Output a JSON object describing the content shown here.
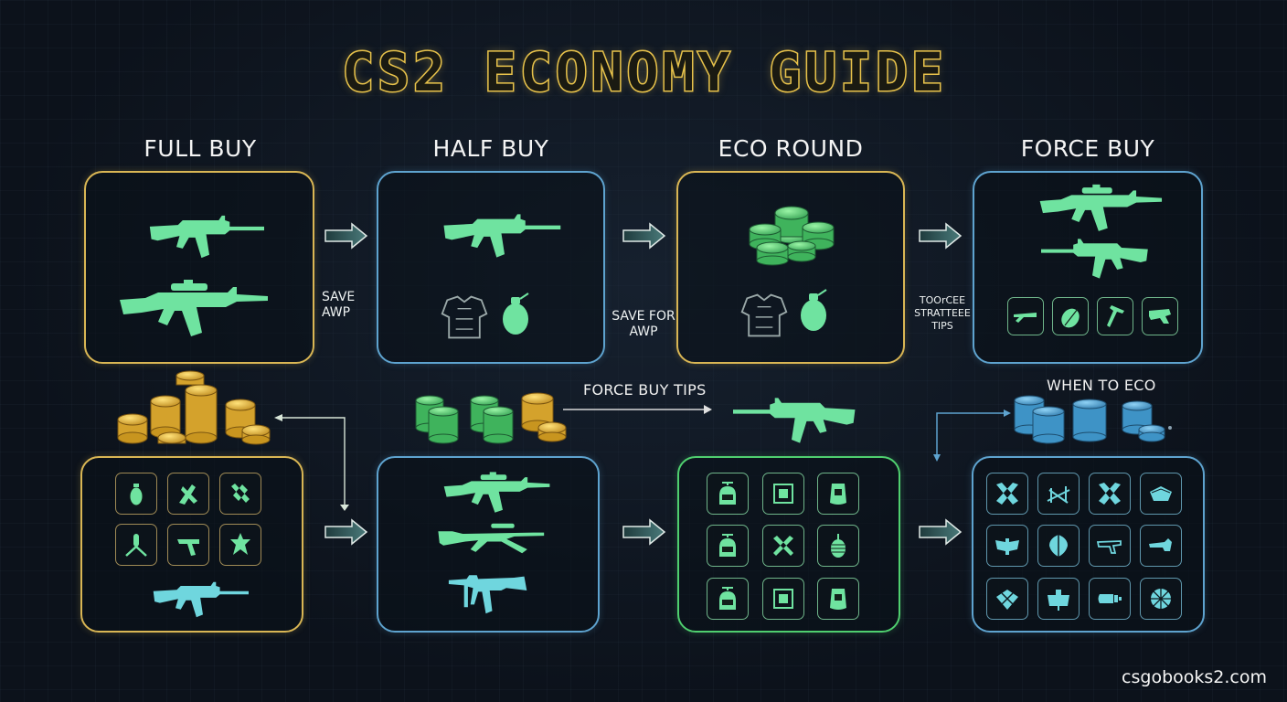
{
  "title": "CS2 ECONOMY GUIDE",
  "colors": {
    "background": "#0c121b",
    "title_gold": "#e7c24a",
    "panel_gold": "#d9b654",
    "panel_blue": "#5ea3cf",
    "panel_green": "#4fcf6f",
    "weapon_green": "#6fe3a0",
    "weapon_cyan": "#6fd6de",
    "coin_gold": "#e0b236",
    "coin_green": "#4fcf6f",
    "coin_blue": "#4aa3d6"
  },
  "top_row": [
    {
      "heading": "FULL BUY",
      "panel_color": "gold",
      "contents": [
        "rifle-icon",
        "scoped-rifle-icon"
      ]
    },
    {
      "heading": "HALF BUY",
      "panel_color": "blue",
      "contents": [
        "rifle-icon",
        "kevlar-vest-icon",
        "grenade-icon"
      ]
    },
    {
      "heading": "ECO ROUND",
      "panel_color": "gold",
      "contents": [
        "coin-stacks-icon",
        "kevlar-vest-icon",
        "grenade-icon"
      ]
    },
    {
      "heading": "FORCE BUY",
      "panel_color": "blue",
      "contents": [
        "scoped-rifle-icon",
        "rifle-icon"
      ],
      "tiles": [
        "shotgun-icon",
        "grenade-icon",
        "knife-icon",
        "pistol-icon"
      ]
    }
  ],
  "connector_notes": [
    {
      "lines": [
        "SAVE",
        "AWP"
      ]
    },
    {
      "lines": [
        "SAVE FOR",
        "AWP"
      ]
    },
    {
      "lines": [
        "TOOrCEE",
        "STRATTEEE",
        "TIPS"
      ]
    }
  ],
  "bottom_row": [
    {
      "panel_color": "gold",
      "coins": "gold",
      "tiles": [
        "grenade-icon",
        "utility-icon",
        "utility-icon",
        "tripod-icon",
        "smg-icon",
        "molotov-icon"
      ],
      "weapon": "rifle-icon"
    },
    {
      "panel_color": "blue",
      "coins": "green-and-gold",
      "weapons": [
        "scoped-rifle-icon",
        "sniper-icon",
        "smg-icon"
      ]
    },
    {
      "panel_color": "green",
      "tiles": [
        "helmet-icon",
        "map-icon",
        "defuse-kit-icon",
        "helmet-icon",
        "crossed-knives-icon",
        "grenade-icon",
        "helmet-icon",
        "map-icon",
        "defuse-kit-icon"
      ]
    },
    {
      "panel_color": "blue",
      "coins": "blue",
      "tiles": [
        "crossed-blades-icon",
        "barricade-icon",
        "crossed-blades-icon",
        "armor-icon",
        "wings-icon",
        "shield-icon",
        "revolver-icon",
        "pistol-icon",
        "diamond-icon",
        "helmet-icon",
        "bullet-icon",
        "wheel-icon"
      ]
    }
  ],
  "callouts": {
    "force_buy_tips": "FORCE BUY TIPS",
    "when_to_eco": "WHEN TO ECO"
  },
  "watermark": "csgobooks2.com"
}
